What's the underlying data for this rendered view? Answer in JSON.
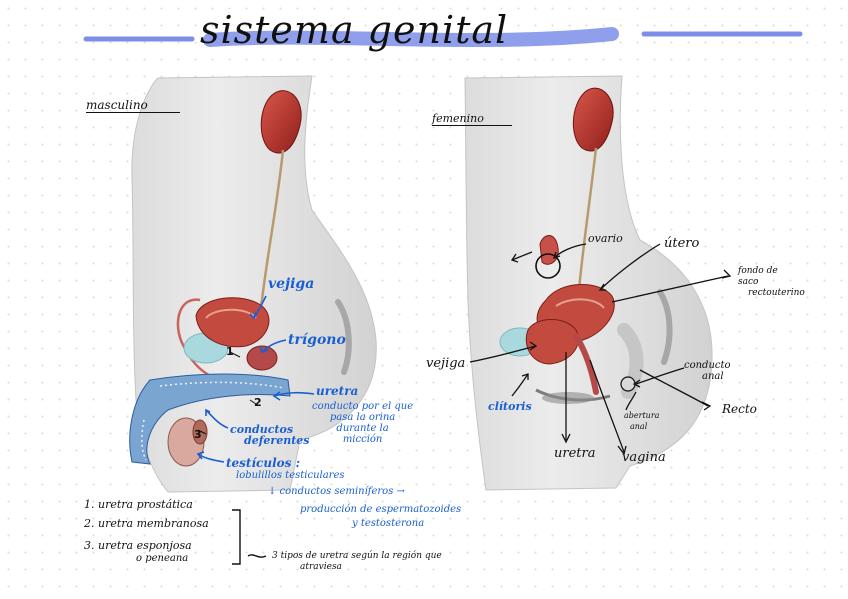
{
  "title": "sistema genital",
  "colors": {
    "title_highlight": "#7d8ee9",
    "annotation_blue": "#1a5fd1",
    "ink": "#111111",
    "organ_red": "#b8322c",
    "bladder_blue": "#a9d9de"
  },
  "male": {
    "heading": "masculino",
    "labels": {
      "vejiga": "vejiga",
      "trigono": "trígono",
      "uretra": "uretra",
      "conductos_deferentes": [
        "conductos",
        "deferentes"
      ],
      "testiculos": "testículos :"
    },
    "numbers": [
      "1",
      "2",
      "3"
    ],
    "uretra_note": [
      "conducto por el que",
      "pasa la orina",
      "durante la",
      "micción"
    ],
    "testiculos_note": [
      "lobulillos testiculares",
      "↓ conductos seminíferos →",
      "producción de espermatozoides",
      "y testosterona"
    ],
    "urethra_types": [
      "1. uretra prostática",
      "2. uretra membranosa",
      "3. uretra esponjosa",
      "o peneana"
    ],
    "urethra_summary": [
      "3 tipos de uretra según la región que",
      "atraviesa"
    ]
  },
  "female": {
    "heading": "femenino",
    "labels": {
      "ovario": "ovario",
      "utero": "útero",
      "fondo_saco": [
        "fondo de",
        "saco",
        "rectouterino"
      ],
      "vejiga": "vejiga",
      "clitoris": "clítoris",
      "uretra": "uretra",
      "vagina": "vagina",
      "conducto_anal": [
        "conducto",
        "anal"
      ],
      "abertura_anal": [
        "abertura",
        "anal"
      ],
      "recto": "Recto"
    }
  }
}
